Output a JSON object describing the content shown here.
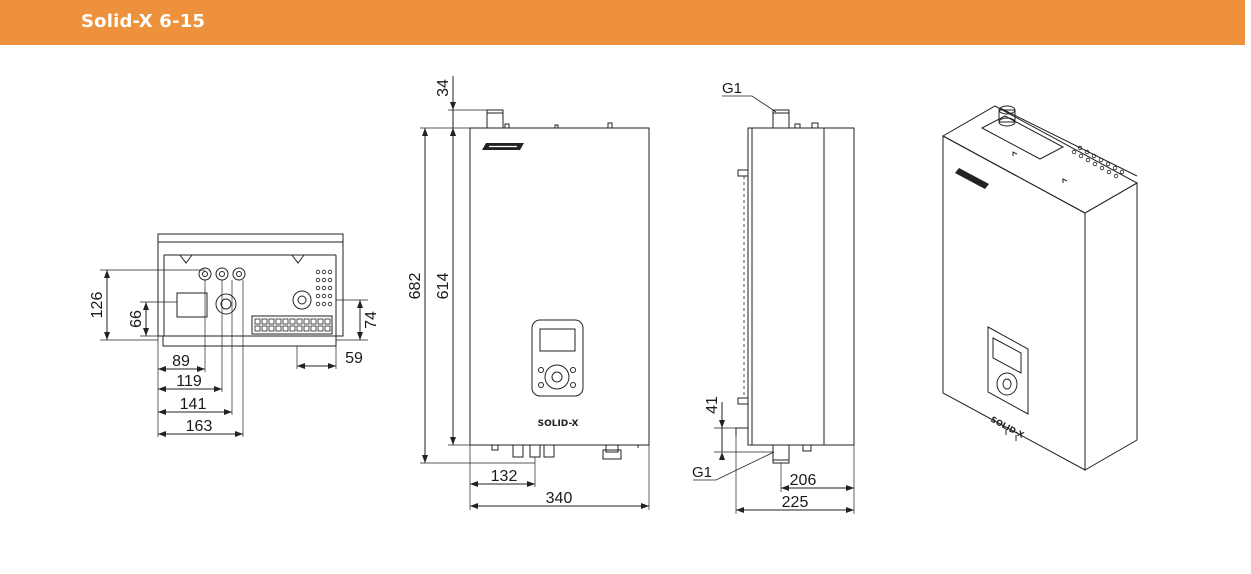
{
  "header": {
    "title": "Solid-X 6-15",
    "color": "#ee913c"
  },
  "bottom_view": {
    "dims": {
      "d126": "126",
      "d66": "66",
      "d74": "74",
      "d89": "89",
      "d119": "119",
      "d141": "141",
      "d163": "163",
      "d59": "59"
    }
  },
  "front_view": {
    "dims": {
      "d34": "34",
      "d682": "682",
      "d614": "614",
      "d132": "132",
      "d340": "340"
    },
    "brand_label": "SOLID-X"
  },
  "side_view": {
    "dims": {
      "g1_top": "G1",
      "d41": "41",
      "g1_bottom": "G1",
      "d206": "206",
      "d225": "225"
    }
  },
  "iso_view": {
    "brand_label": "SOLID-X"
  }
}
